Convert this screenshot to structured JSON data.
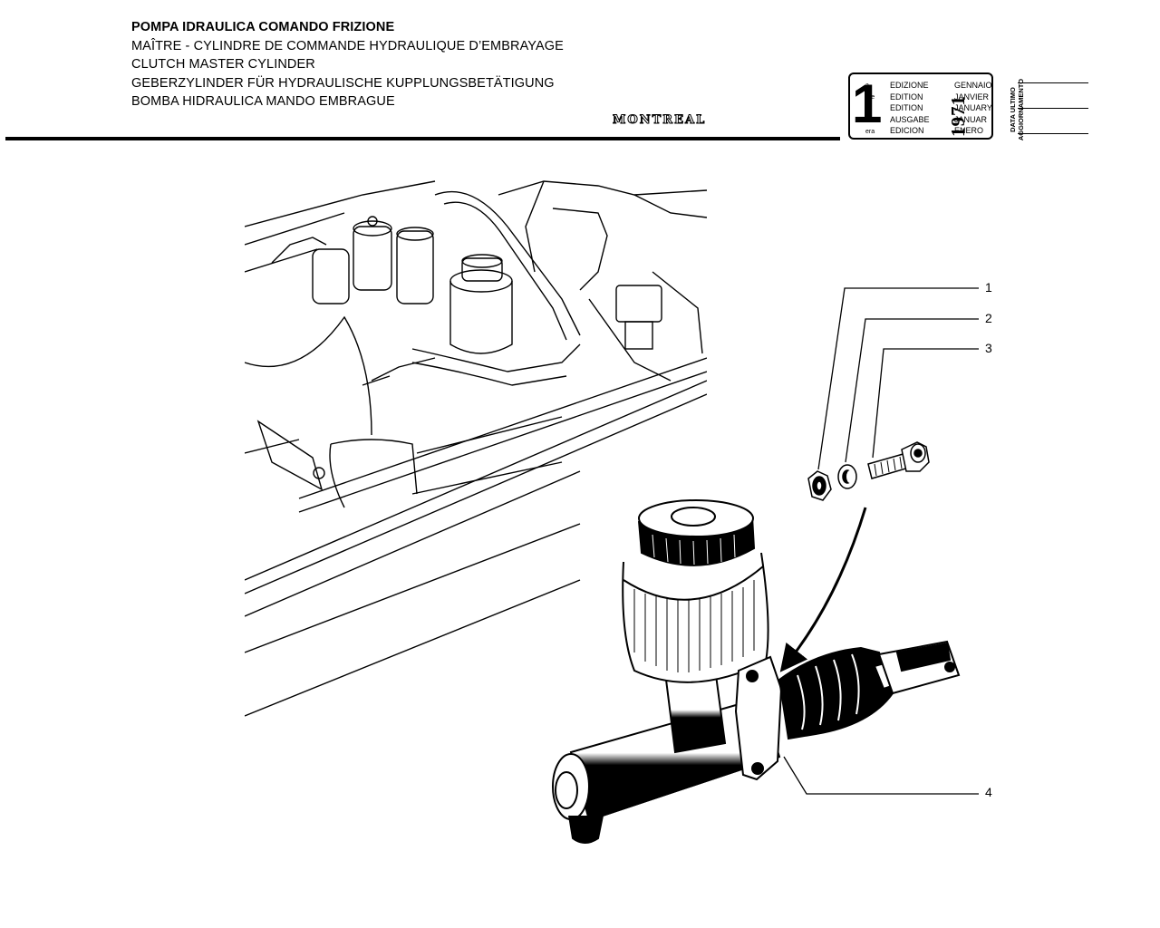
{
  "header": {
    "title_it": "POMPA IDRAULICA COMANDO FRIZIONE",
    "title_fr": "MAÎTRE - CYLINDRE DE COMMANDE  HYDRAULIQUE D’EMBRAYAGE",
    "title_en": "CLUTCH MASTER CYLINDER",
    "title_de": "GEBERZYLINDER FÜR HYDRAULISCHE  KUPPLUNGSBETÄTIGUNG",
    "title_es": "BOMBA HIDRAULICA MANDO EMBRAGUE",
    "model": "MONTREAL"
  },
  "edition": {
    "number": "1",
    "suffixes": [
      "a",
      "ere",
      "st",
      ".",
      "era"
    ],
    "edition_words": [
      "EDIZIONE",
      "EDITION",
      "EDITION",
      "AUSGABE",
      "EDICION"
    ],
    "year": "1971",
    "months": [
      "GENNAIO",
      "JANVIER",
      "JANUARY",
      "JANUAR",
      "ENERO"
    ],
    "update_label_1": "DATA ULTIMO",
    "update_label_2": "AGGIORNAMENTO"
  },
  "callouts": [
    "1",
    "2",
    "3",
    "4"
  ]
}
